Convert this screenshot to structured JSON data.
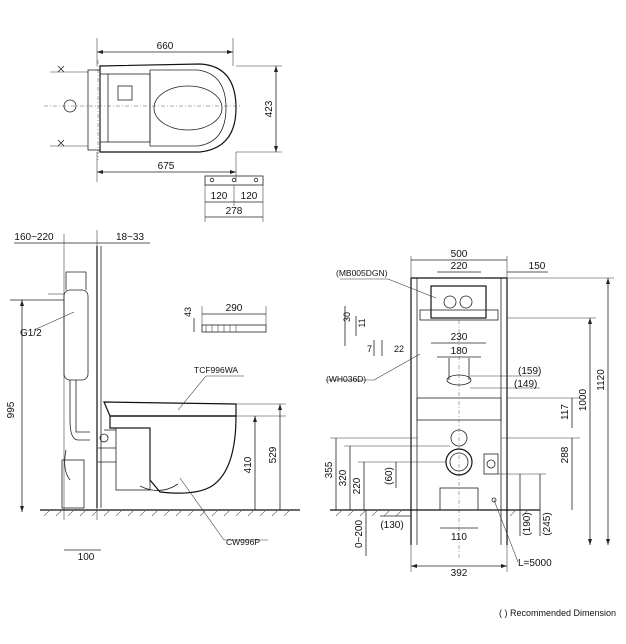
{
  "note": "( ) Recommended Dimension",
  "top_view": {
    "width_top": "660",
    "width_bottom": "675",
    "depth": "423",
    "bracket_spacing_1": "120",
    "bracket_spacing_2": "120",
    "bracket_total": "278"
  },
  "side_view": {
    "wall_range_left": "160~220",
    "wall_range_right": "18~33",
    "inlet_label": "G1/2",
    "height_995": "995",
    "seat_model": "TCF996WA",
    "bowl_model": "CW996P",
    "height_410": "410",
    "height_529": "529",
    "base_100": "100",
    "remote_width": "290",
    "remote_height": "43"
  },
  "front_view": {
    "frame_width": "500",
    "panel_width": "220",
    "panel_offset": "150",
    "panel_model": "(MB005DGN)",
    "dim_30": "30",
    "dim_11": "11",
    "dim_7": "7",
    "dim_22": "22",
    "dim_230": "230",
    "dim_180": "180",
    "frame_model": "(WH036D)",
    "dim_159": "(159)",
    "dim_149": "(149)",
    "dim_117": "117",
    "dim_1000": "1000",
    "dim_1120": "1120",
    "dim_288": "288",
    "dim_355": "355",
    "dim_320": "320",
    "dim_220": "220",
    "dim_60": "(60)",
    "dim_0_200": "0~200",
    "dim_130": "(130)",
    "dim_110": "110",
    "dim_190": "(190)",
    "dim_245": "(245)",
    "dim_392": "392",
    "cable_length": "L=5000"
  }
}
